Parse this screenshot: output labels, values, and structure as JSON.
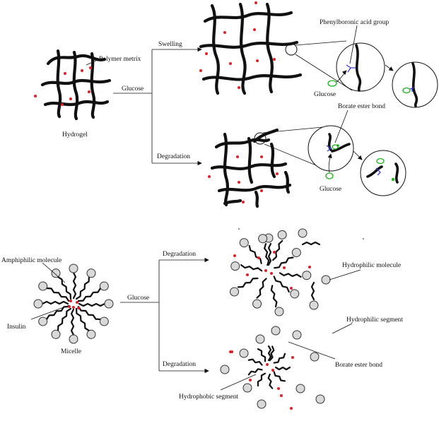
{
  "labels": {
    "polymer_matrix": "Polymer metrix",
    "hydrogel": "Hydrogel",
    "glucose_hydrogel": "Glucose",
    "swelling": "Swelling",
    "degradation_hydrogel": "Degradation",
    "phenylboronic": "Phenylboronic acid group",
    "glucose_top": "Glucose",
    "borate_top": "Borate ester bond",
    "glucose_mid": "Glucose",
    "amphiphilic": "Amphiphilic molecule",
    "insulin": "Insulin",
    "micelle": "Micelle",
    "glucose_micelle": "Glucose",
    "degradation_micelle_1": "Degradation",
    "hydrophilic_molecule": "Hydrophilic molecule",
    "hydrophilic_segment": "Hydrophilic segment",
    "degradation_micelle_2": "Degradation",
    "borate_bottom": "Borate ester bond",
    "hydrophobic_segment": "Hydrophobic segment"
  },
  "colors": {
    "insulin_dot": "#e0202a",
    "glucose": "#19b319",
    "boronic_group": "#3a3ad0",
    "head_fill": "#d9d9d9"
  }
}
